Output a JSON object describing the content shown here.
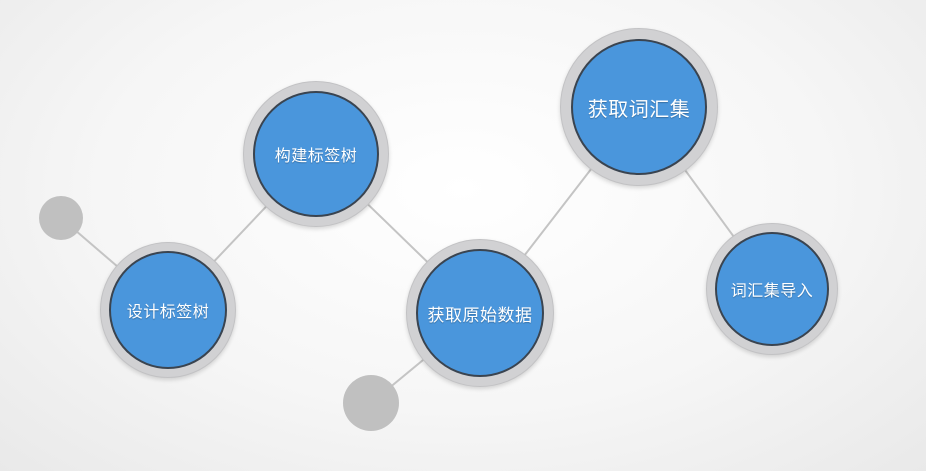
{
  "diagram": {
    "nodes": [
      {
        "id": "design-tag-tree",
        "label": "设计标签树"
      },
      {
        "id": "build-tag-tree",
        "label": "构建标签树"
      },
      {
        "id": "get-raw-data",
        "label": "获取原始数据"
      },
      {
        "id": "get-vocabulary",
        "label": "获取词汇集"
      },
      {
        "id": "import-vocabulary",
        "label": "词汇集导入"
      }
    ]
  },
  "colors": {
    "node_fill": "#4a96dc",
    "node_ring": "#d1d1d3",
    "connector": "#c4c4c4",
    "dot": "#c0c0c0",
    "text": "#ffffff"
  }
}
